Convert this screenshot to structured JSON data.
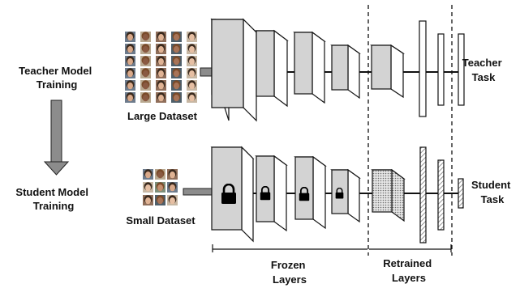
{
  "teacher": {
    "stage_line1": "Teacher Model",
    "stage_line2": "Training",
    "dataset_label": "Large Dataset",
    "task_line1": "Teacher",
    "task_line2": "Task"
  },
  "student": {
    "stage_line1": "Student Model",
    "stage_line2": "Training",
    "dataset_label": "Small Dataset",
    "task_line1": "Student",
    "task_line2": "Task"
  },
  "brackets": {
    "frozen_line1": "Frozen",
    "frozen_line2": "Layers",
    "retrained_line1": "Retrained",
    "retrained_line2": "Layers"
  },
  "colors": {
    "block_face": "#d3d3d3",
    "block_side": "#ffffff",
    "arrow": "#8c8c8c",
    "line": "#111111",
    "hatch": "#8a8a8a"
  },
  "icons": {
    "lock": "lock-icon",
    "face_grid": "face-photo-grid"
  }
}
